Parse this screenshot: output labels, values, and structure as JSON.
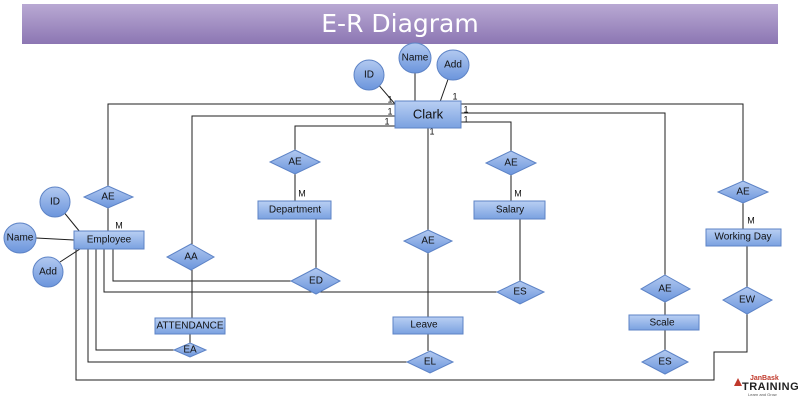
{
  "title": "E-R Diagram",
  "entities": {
    "clark": "Clark",
    "employee": "Employee",
    "department": "Department",
    "salary": "Salary",
    "working_day": "Working Day",
    "attendance": "ATTENDANCE",
    "leave": "Leave",
    "scale": "Scale"
  },
  "attributes": {
    "clark_id": "ID",
    "clark_name": "Name",
    "clark_add": "Add",
    "employee_id": "ID",
    "employee_name": "Name",
    "employee_add": "Add"
  },
  "relationships": {
    "ae_employee": "AE",
    "ae_department": "AE",
    "ae_salary": "AE",
    "ae_working_day": "AE",
    "ae_leave": "AE",
    "ae_scale": "AE",
    "aa": "AA",
    "ed": "ED",
    "es_salary": "ES",
    "ew": "EW",
    "ea": "EA",
    "el": "EL",
    "es_scale": "ES"
  },
  "cardinality": {
    "one": "1",
    "many": "M"
  },
  "logo": {
    "top": "JanBask",
    "main": "TRAINING",
    "sub": "Learn and Grow",
    "brand_color": "#c0392b"
  },
  "colors": {
    "banner_top": "#b9a9d3",
    "banner_bottom": "#8c76b3",
    "shape_fill_light": "#b7cdf2",
    "shape_fill_dark": "#6b95dc",
    "shape_stroke": "#5d83c6"
  }
}
